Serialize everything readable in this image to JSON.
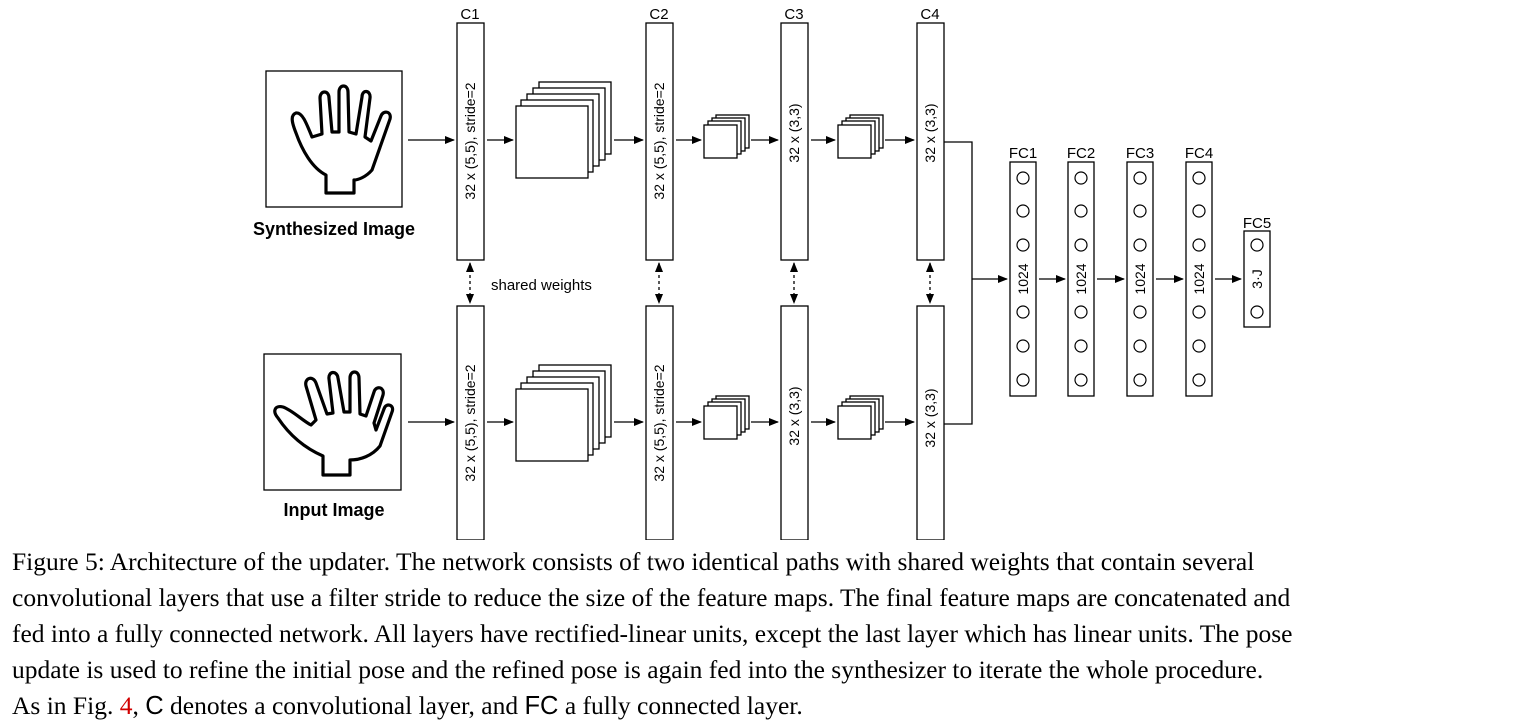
{
  "diagram": {
    "inputs": {
      "top_label": "Synthesized Image",
      "bottom_label": "Input Image"
    },
    "conv_layers": [
      {
        "name": "C1",
        "label": "32 x (5,5), stride=2"
      },
      {
        "name": "C2",
        "label": "32 x (5,5), stride=2"
      },
      {
        "name": "C3",
        "label": "32 x (3,3)"
      },
      {
        "name": "C4",
        "label": "32 x (3,3)"
      }
    ],
    "shared_weights_label": "shared weights",
    "fc_layers": [
      {
        "name": "FC1",
        "label": "1024"
      },
      {
        "name": "FC2",
        "label": "1024"
      },
      {
        "name": "FC3",
        "label": "1024"
      },
      {
        "name": "FC4",
        "label": "1024"
      },
      {
        "name": "FC5",
        "label": "3·J"
      }
    ]
  },
  "caption": {
    "line1": "Figure 5: Architecture of the updater. The network consists of two identical paths with shared weights that contain several",
    "line2": "convolutional layers that use a filter stride to reduce the size of the feature maps. The final feature maps are concatenated and",
    "line3": "fed into a fully connected network. All layers have rectified-linear units, except the last layer which has linear units. The pose",
    "line4": "update is used to refine the initial pose and the refined pose is again fed into the synthesizer to iterate the whole procedure.",
    "line5_a": "As in Fig. ",
    "fig_ref": "4",
    "line5_b": ", ",
    "C_symbol": "C",
    "line5_c": " denotes a convolutional layer, and ",
    "FC_symbol": "FC",
    "line5_d": " a fully connected layer."
  }
}
